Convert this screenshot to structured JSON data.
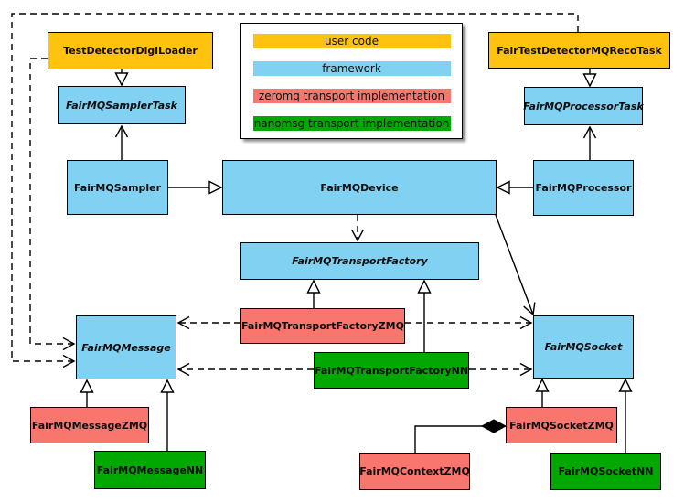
{
  "colors": {
    "user_code": "#FFC20E",
    "framework": "#81D1F3",
    "zeromq": "#F8766E",
    "nanomsg": "#02A802",
    "border": "#000000",
    "background": "#FFFFFF"
  },
  "legend": {
    "items": [
      {
        "label": "user code",
        "category": "user_code"
      },
      {
        "label": "framework",
        "category": "framework"
      },
      {
        "label": "zeromq transport implementation",
        "category": "zeromq"
      },
      {
        "label": "nanomsg transport implementation",
        "category": "nanomsg"
      }
    ]
  },
  "nodes": {
    "test_detector_digi_loader": {
      "label": "TestDetectorDigiLoader",
      "category": "user_code",
      "abstract": false
    },
    "fair_test_detector_mq_reco_task": {
      "label": "FairTestDetectorMQRecoTask",
      "category": "user_code",
      "abstract": false
    },
    "fairmq_sampler_task": {
      "label": "FairMQSamplerTask",
      "category": "framework",
      "abstract": true
    },
    "fairmq_processor_task": {
      "label": "FairMQProcessorTask",
      "category": "framework",
      "abstract": true
    },
    "fairmq_sampler": {
      "label": "FairMQSampler",
      "category": "framework",
      "abstract": false
    },
    "fairmq_device": {
      "label": "FairMQDevice",
      "category": "framework",
      "abstract": false
    },
    "fairmq_processor": {
      "label": "FairMQProcessor",
      "category": "framework",
      "abstract": false
    },
    "fairmq_transport_factory": {
      "label": "FairMQTransportFactory",
      "category": "framework",
      "abstract": true
    },
    "fairmq_transport_factory_zmq": {
      "label": "FairMQTransportFactoryZMQ",
      "category": "zeromq",
      "abstract": false
    },
    "fairmq_transport_factory_nn": {
      "label": "FairMQTransportFactoryNN",
      "category": "nanomsg",
      "abstract": false
    },
    "fairmq_message": {
      "label": "FairMQMessage",
      "category": "framework",
      "abstract": true
    },
    "fairmq_socket": {
      "label": "FairMQSocket",
      "category": "framework",
      "abstract": true
    },
    "fairmq_message_zmq": {
      "label": "FairMQMessageZMQ",
      "category": "zeromq",
      "abstract": false
    },
    "fairmq_message_nn": {
      "label": "FairMQMessageNN",
      "category": "nanomsg",
      "abstract": false
    },
    "fairmq_context_zmq": {
      "label": "FairMQContextZMQ",
      "category": "zeromq",
      "abstract": false
    },
    "fairmq_socket_zmq": {
      "label": "FairMQSocketZMQ",
      "category": "zeromq",
      "abstract": false
    },
    "fairmq_socket_nn": {
      "label": "FairMQSocketNN",
      "category": "nanomsg",
      "abstract": false
    }
  },
  "relationships": [
    {
      "from": "TestDetectorDigiLoader",
      "to": "FairMQSamplerTask",
      "type": "inheritance"
    },
    {
      "from": "FairTestDetectorMQRecoTask",
      "to": "FairMQProcessorTask",
      "type": "inheritance"
    },
    {
      "from": "FairMQSampler",
      "to": "FairMQDevice",
      "type": "inheritance"
    },
    {
      "from": "FairMQProcessor",
      "to": "FairMQDevice",
      "type": "inheritance"
    },
    {
      "from": "FairMQTransportFactoryZMQ",
      "to": "FairMQTransportFactory",
      "type": "inheritance"
    },
    {
      "from": "FairMQTransportFactoryNN",
      "to": "FairMQTransportFactory",
      "type": "inheritance"
    },
    {
      "from": "FairMQMessageZMQ",
      "to": "FairMQMessage",
      "type": "inheritance"
    },
    {
      "from": "FairMQMessageNN",
      "to": "FairMQMessage",
      "type": "inheritance"
    },
    {
      "from": "FairMQSocketZMQ",
      "to": "FairMQSocket",
      "type": "inheritance"
    },
    {
      "from": "FairMQSocketNN",
      "to": "FairMQSocket",
      "type": "inheritance"
    },
    {
      "from": "FairMQSampler",
      "to": "FairMQSamplerTask",
      "type": "association"
    },
    {
      "from": "FairMQProcessor",
      "to": "FairMQProcessorTask",
      "type": "association"
    },
    {
      "from": "FairMQDevice",
      "to": "FairMQSocket",
      "type": "association"
    },
    {
      "from": "FairMQDevice",
      "to": "FairMQTransportFactory",
      "type": "dependency"
    },
    {
      "from": "FairMQTransportFactoryZMQ",
      "to": "FairMQMessage",
      "type": "dependency"
    },
    {
      "from": "FairMQTransportFactoryZMQ",
      "to": "FairMQSocket",
      "type": "dependency"
    },
    {
      "from": "FairMQTransportFactoryNN",
      "to": "FairMQMessage",
      "type": "dependency"
    },
    {
      "from": "FairMQTransportFactoryNN",
      "to": "FairMQSocket",
      "type": "dependency"
    },
    {
      "from": "TestDetectorDigiLoader",
      "to": "FairMQMessage",
      "type": "dependency"
    },
    {
      "from": "FairTestDetectorMQRecoTask",
      "to": "FairMQMessage",
      "type": "dependency"
    },
    {
      "from": "FairMQContextZMQ",
      "to": "FairMQSocketZMQ",
      "type": "composition"
    }
  ]
}
